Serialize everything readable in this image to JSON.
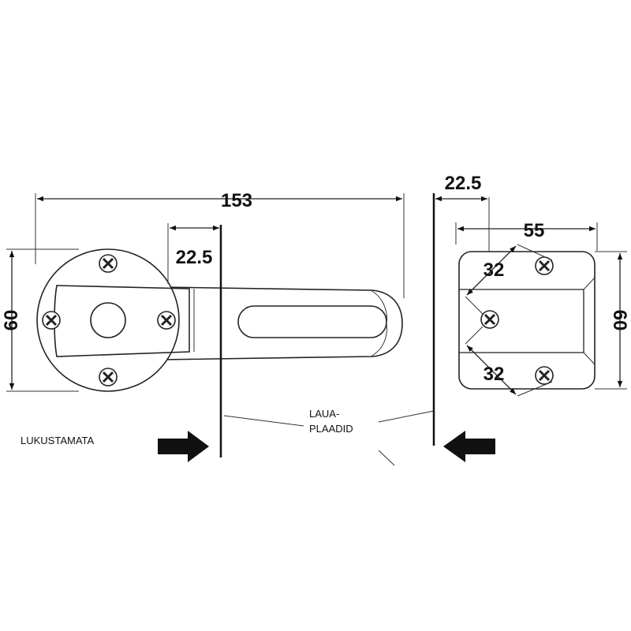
{
  "dimensions": {
    "overall_length": "153",
    "offset_left": "22.5",
    "offset_right": "22.5",
    "plate_width": "55",
    "height_left": "60",
    "height_right": "60",
    "diag_upper": "32",
    "diag_lower": "32"
  },
  "labels": {
    "mode": "LUKUSTAMATA",
    "plates_line1": "LAUA-",
    "plates_line2": "PLAADID"
  }
}
